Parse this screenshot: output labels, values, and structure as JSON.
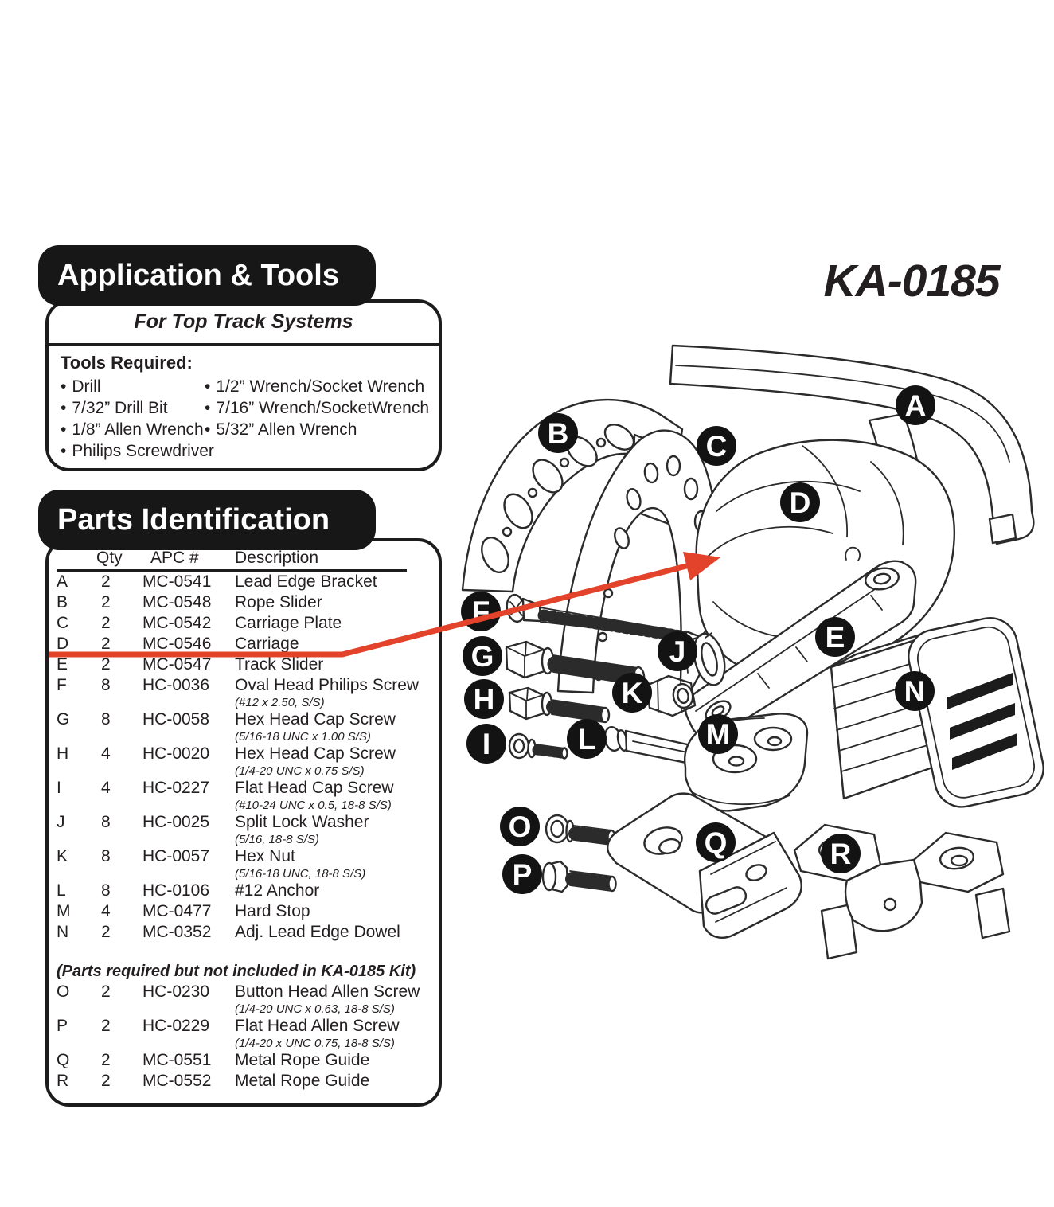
{
  "page": {
    "ka_title": "KA-0185"
  },
  "colors": {
    "red": "#e2432a",
    "ink": "#2b2b2b"
  },
  "application": {
    "header": "Application & Tools",
    "subtitle": "For Top Track Systems",
    "tools_heading": "Tools Required:",
    "bullet": "•",
    "tools_left": [
      "Drill",
      "7/32” Drill Bit",
      "1/8” Allen Wrench",
      "Philips Screwdriver"
    ],
    "tools_right": [
      "1/2” Wrench/Socket Wrench",
      "7/16” Wrench/SocketWrench",
      "5/32” Allen Wrench"
    ]
  },
  "parts": {
    "header": "Parts Identification",
    "columns": {
      "qty": "Qty",
      "apc": "APC #",
      "desc": "Description"
    },
    "rows": [
      {
        "letter": "A",
        "qty": "2",
        "apc": "MC-0541",
        "desc": "Lead Edge Bracket"
      },
      {
        "letter": "B",
        "qty": "2",
        "apc": "MC-0548",
        "desc": "Rope Slider"
      },
      {
        "letter": "C",
        "qty": "2",
        "apc": "MC-0542",
        "desc": "Carriage Plate"
      },
      {
        "letter": "D",
        "qty": "2",
        "apc": "MC-0546",
        "desc": "Carriage"
      },
      {
        "letter": "E",
        "qty": "2",
        "apc": "MC-0547",
        "desc": "Track Slider"
      },
      {
        "letter": "F",
        "qty": "8",
        "apc": "HC-0036",
        "desc": "Oval Head Philips Screw",
        "spec": "(#12 x 2.50, S/S)"
      },
      {
        "letter": "G",
        "qty": "8",
        "apc": "HC-0058",
        "desc": "Hex Head Cap Screw",
        "spec": "(5/16-18 UNC x 1.00 S/S)"
      },
      {
        "letter": "H",
        "qty": "4",
        "apc": "HC-0020",
        "desc": "Hex Head Cap Screw",
        "spec": "(1/4-20 UNC x 0.75 S/S)"
      },
      {
        "letter": "I",
        "qty": "4",
        "apc": "HC-0227",
        "desc": "Flat Head Cap Screw",
        "spec": "(#10-24 UNC x 0.5, 18-8 S/S)"
      },
      {
        "letter": "J",
        "qty": "8",
        "apc": "HC-0025",
        "desc": "Split Lock Washer",
        "spec": "(5/16, 18-8 S/S)"
      },
      {
        "letter": "K",
        "qty": "8",
        "apc": "HC-0057",
        "desc": "Hex Nut",
        "spec": "(5/16-18 UNC, 18-8 S/S)"
      },
      {
        "letter": "L",
        "qty": "8",
        "apc": "HC-0106",
        "desc": "#12 Anchor"
      },
      {
        "letter": "M",
        "qty": "4",
        "apc": "MC-0477",
        "desc": "Hard Stop"
      },
      {
        "letter": "N",
        "qty": "2",
        "apc": "MC-0352",
        "desc": "Adj. Lead Edge Dowel"
      }
    ],
    "note": "(Parts required but not included in KA-0185 Kit)",
    "extra_rows": [
      {
        "letter": "O",
        "qty": "2",
        "apc": "HC-0230",
        "desc": "Button Head Allen Screw",
        "spec": "(1/4-20 UNC x 0.63, 18-8 S/S)"
      },
      {
        "letter": "P",
        "qty": "2",
        "apc": "HC-0229",
        "desc": "Flat Head Allen Screw",
        "spec": "(1/4-20 x UNC 0.75, 18-8 S/S)"
      },
      {
        "letter": "Q",
        "qty": "2",
        "apc": "MC-0551",
        "desc": "Metal Rope Guide"
      },
      {
        "letter": "R",
        "qty": "2",
        "apc": "MC-0552",
        "desc": "Metal Rope Guide"
      }
    ]
  },
  "diagram": {
    "labels": [
      {
        "letter": "A"
      },
      {
        "letter": "B"
      },
      {
        "letter": "C"
      },
      {
        "letter": "D"
      },
      {
        "letter": "E"
      },
      {
        "letter": "F"
      },
      {
        "letter": "G"
      },
      {
        "letter": "H"
      },
      {
        "letter": "I"
      },
      {
        "letter": "J"
      },
      {
        "letter": "K"
      },
      {
        "letter": "L"
      },
      {
        "letter": "M"
      },
      {
        "letter": "N"
      },
      {
        "letter": "O"
      },
      {
        "letter": "P"
      },
      {
        "letter": "Q"
      },
      {
        "letter": "R"
      }
    ]
  }
}
